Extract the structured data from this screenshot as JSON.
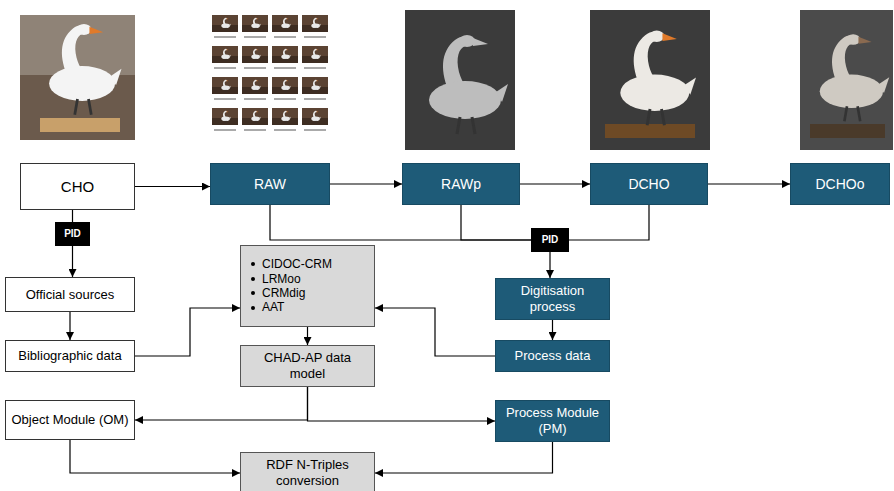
{
  "diagram": {
    "nodes": [
      {
        "text": [
          "CHO"
        ]
      },
      {
        "text": [
          "RAW"
        ]
      },
      {
        "text": [
          "RAWp"
        ]
      },
      {
        "text": [
          "DCHO"
        ]
      },
      {
        "text": [
          "DCHOo"
        ]
      },
      {
        "text": [
          "PID"
        ]
      },
      {
        "text": [
          "PID"
        ]
      },
      {
        "text": [
          "CIDOC-CRM",
          "LRMoo",
          "CRMdig",
          "AAT"
        ]
      },
      {
        "text": [
          "Official sources"
        ]
      },
      {
        "text": [
          "Digitisation process"
        ]
      },
      {
        "text": [
          "Bibliographic data"
        ]
      },
      {
        "text": [
          "Process data"
        ]
      },
      {
        "text": [
          "CHAD-AP data model"
        ]
      },
      {
        "text": [
          "Object Module (OM)"
        ]
      },
      {
        "text": [
          "Process Module (PM)"
        ]
      },
      {
        "text": [
          "RDF N-Triples conversion"
        ]
      }
    ],
    "edges": [
      {
        "from": 0,
        "to": 1,
        "arrow": "to"
      },
      {
        "from": 1,
        "to": 2,
        "arrow": "to"
      },
      {
        "from": 2,
        "to": 3,
        "arrow": "to"
      },
      {
        "from": 3,
        "to": 4,
        "arrow": "to"
      },
      {
        "from": 0,
        "to": 5,
        "arrow": "none"
      },
      {
        "from": 5,
        "to": 8,
        "arrow": "to"
      },
      {
        "from": 1,
        "to": 6,
        "arrow": "none"
      },
      {
        "from": 2,
        "to": 6,
        "arrow": "none"
      },
      {
        "from": 3,
        "to": 6,
        "arrow": "none"
      },
      {
        "from": 6,
        "to": 9,
        "arrow": "to"
      },
      {
        "from": 8,
        "to": 10,
        "arrow": "to"
      },
      {
        "from": 10,
        "to": 7,
        "arrow": "to"
      },
      {
        "from": 9,
        "to": 11,
        "arrow": "to"
      },
      {
        "from": 11,
        "to": 7,
        "arrow": "to"
      },
      {
        "from": 7,
        "to": 12,
        "arrow": "to"
      },
      {
        "from": 12,
        "to": 13,
        "arrow": "to"
      },
      {
        "from": 12,
        "to": 14,
        "arrow": "to"
      },
      {
        "from": 13,
        "to": 15,
        "arrow": "to"
      },
      {
        "from": 14,
        "to": 15,
        "arrow": "to"
      }
    ]
  }
}
